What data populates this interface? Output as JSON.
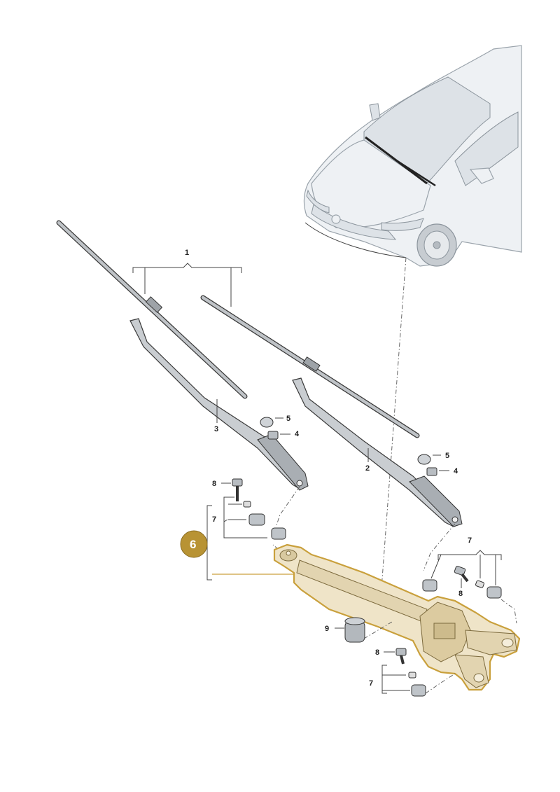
{
  "labels": {
    "wiper_blades": "1",
    "passenger_arm": "2",
    "driver_arm": "3",
    "nut_upper": "4",
    "nut_lower": "4",
    "cap_upper": "5",
    "cap_lower": "5",
    "highlight_callout": "6",
    "bracket_left": "7",
    "bracket_right": "7",
    "bracket_bottom": "7",
    "bolt_left": "8",
    "bolt_right": "8",
    "bolt_bottom": "8",
    "grommet": "9"
  },
  "colors": {
    "highlight_fill": "#efe4c8",
    "highlight_outline": "#c9a03c",
    "callout_badge": "#b89334",
    "part_fill": "#d4d7da",
    "car_fill": "#eef1f4"
  }
}
